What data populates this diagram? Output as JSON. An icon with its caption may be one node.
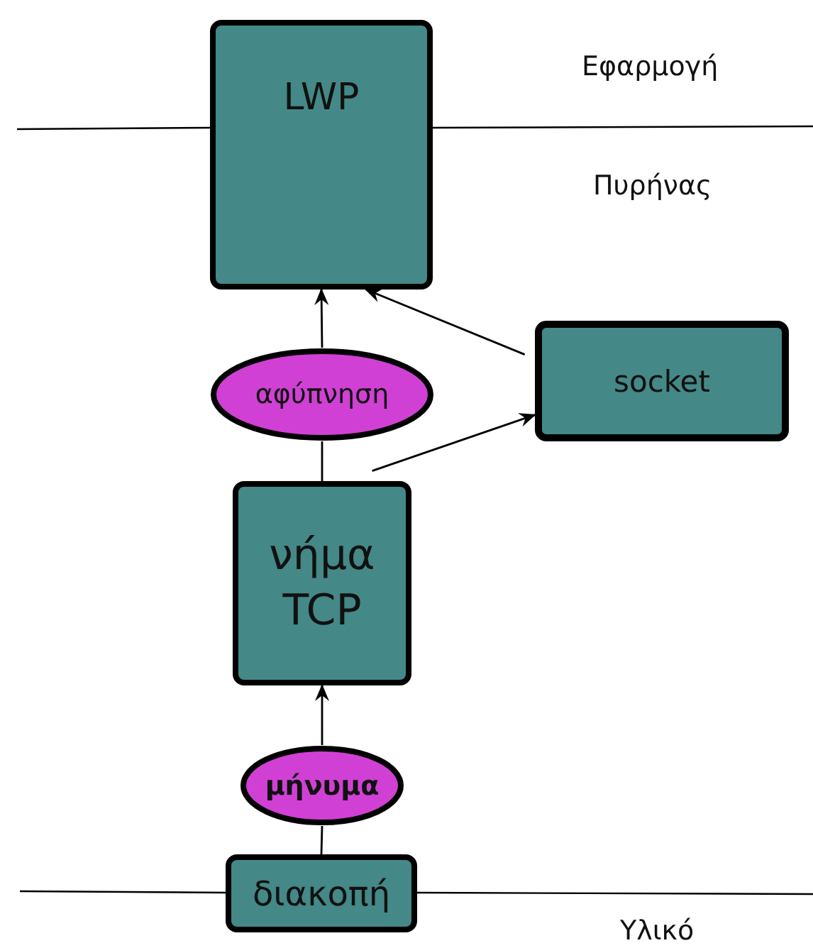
{
  "diagram": {
    "nodes": [
      {
        "text": [
          "LWP"
        ]
      },
      {
        "text": [
          "socket"
        ]
      },
      {
        "text": [
          "αφύπνηση"
        ]
      },
      {
        "text": [
          "νήμα TCP"
        ]
      },
      {
        "text": [
          "μήνυμα"
        ]
      },
      {
        "text": [
          "διακοπή"
        ]
      }
    ],
    "edges": [
      {
        "from": 3,
        "to": 2,
        "arrow": "none"
      },
      {
        "from": 2,
        "to": 0,
        "arrow": "to"
      },
      {
        "from": 1,
        "to": 0,
        "arrow": "to"
      },
      {
        "from": 3,
        "to": 1,
        "arrow": "to"
      },
      {
        "from": 5,
        "to": 4,
        "arrow": "none"
      },
      {
        "from": 4,
        "to": 3,
        "arrow": "to"
      }
    ],
    "labels": [
      "Εφαρμογή",
      "Πυρήνας",
      "Υλικό"
    ]
  }
}
